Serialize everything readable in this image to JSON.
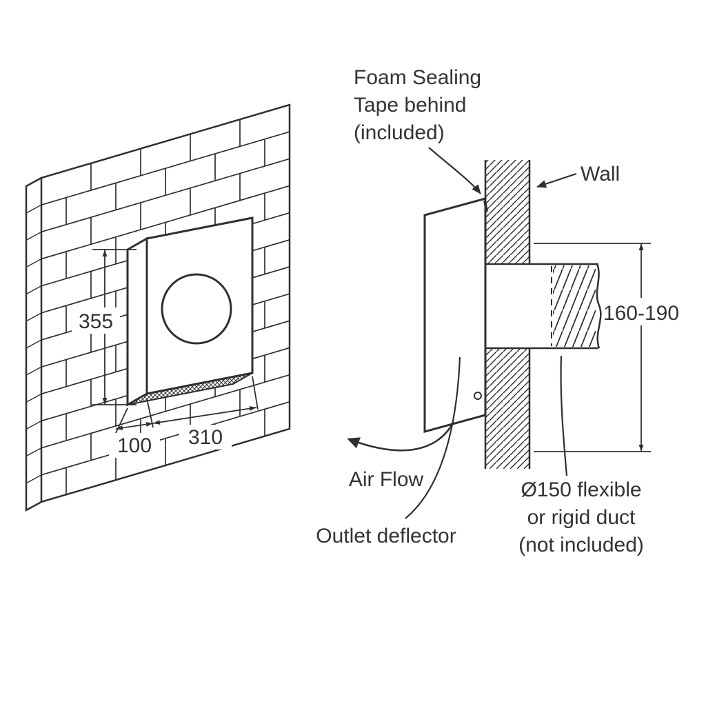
{
  "front_view": {
    "dim_height": "355",
    "dim_depth": "100",
    "dim_width": "310"
  },
  "side_view": {
    "foam_line1": "Foam Sealing",
    "foam_line2": "Tape behind",
    "foam_line3": "(included)",
    "wall_label": "Wall",
    "dim_range": "160-190",
    "air_flow_label": "Air Flow",
    "deflector_label": "Outlet deflector",
    "duct_line1": "Ø150 flexible",
    "duct_line2": "or rigid duct",
    "duct_line3": "(not included)"
  },
  "colors": {
    "line": "#2f2f2f",
    "text": "#333333",
    "background": "#ffffff"
  }
}
